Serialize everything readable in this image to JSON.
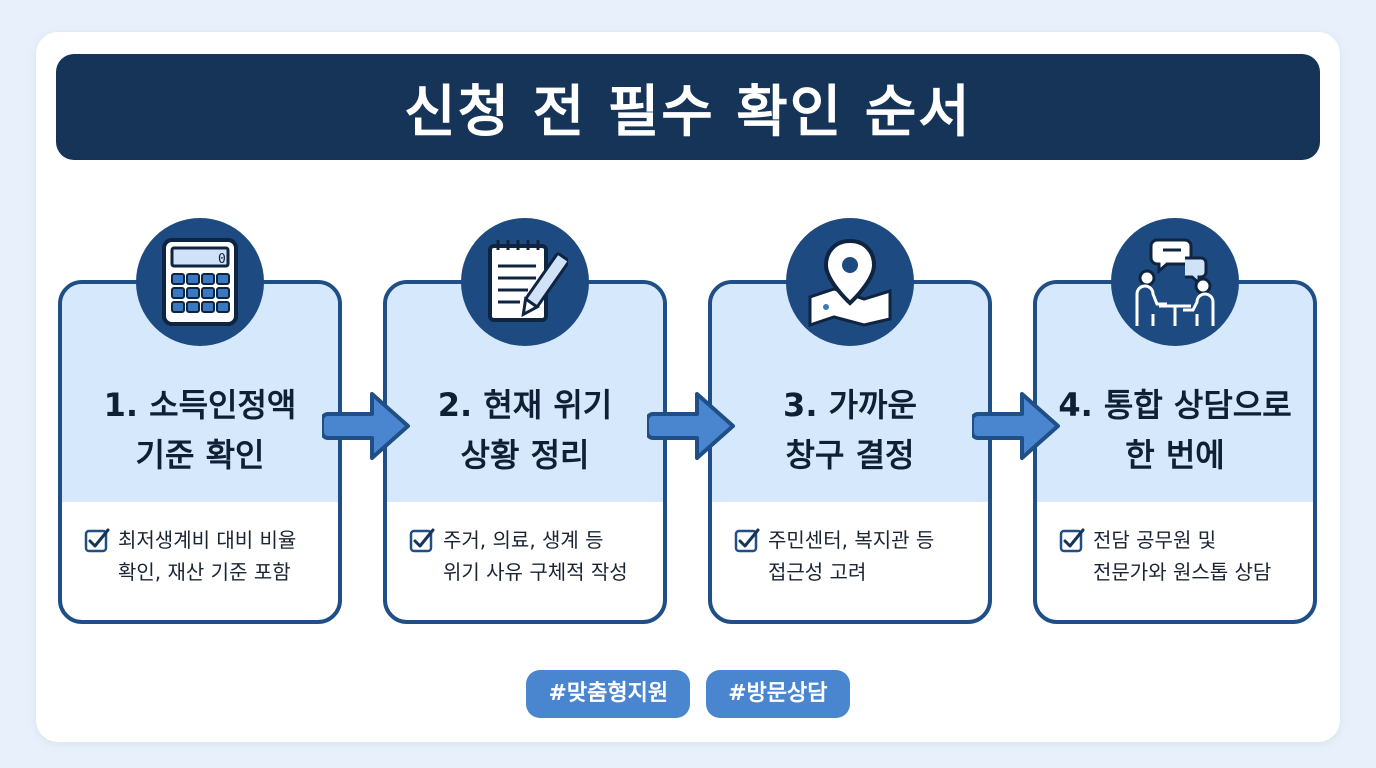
{
  "title": "신청 전 필수 확인 순서",
  "steps": [
    {
      "heading_line1": "1. 소득인정액",
      "heading_line2": "기준 확인",
      "desc_line1": "최저생계비 대비 비율",
      "desc_line2": "확인, 재산 기준 포함",
      "icon": "calculator-icon"
    },
    {
      "heading_line1": "2. 현재 위기",
      "heading_line2": "상황 정리",
      "desc_line1": "주거, 의료, 생계 등",
      "desc_line2": "위기 사유 구체적 작성",
      "icon": "notepad-pencil-icon"
    },
    {
      "heading_line1": "3. 가까운",
      "heading_line2": "창구 결정",
      "desc_line1": "주민센터, 복지관 등",
      "desc_line2": "접근성 고려",
      "icon": "map-pin-icon"
    },
    {
      "heading_line1": "4. 통합 상담으로",
      "heading_line2": "한 번에",
      "desc_line1": "전담 공무원 및",
      "desc_line2": "전문가와 원스톱 상담",
      "icon": "consultation-icon"
    }
  ],
  "tags": [
    "#맞춤형지원",
    "#방문상담"
  ],
  "colors": {
    "navy": "#163457",
    "card_border": "#1f4f86",
    "card_top": "#d6e8fb",
    "arrow": "#4a86d0",
    "tag": "#4a86d0"
  }
}
